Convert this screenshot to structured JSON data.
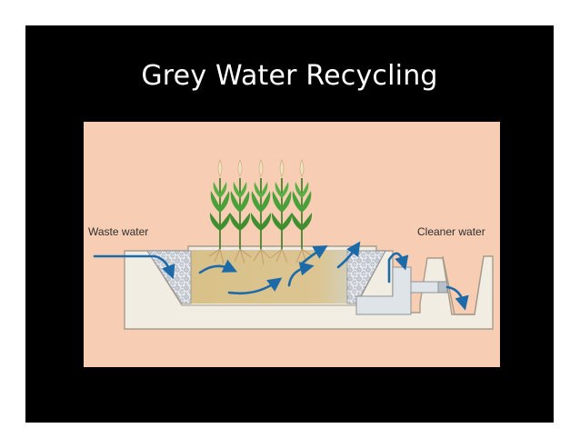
{
  "slide": {
    "title": "Grey Water Recycling",
    "background_color": "#000000",
    "text_color": "#ffffff"
  },
  "diagram": {
    "background_color": "#f7cdb4",
    "labels": {
      "inlet": "Waste water",
      "outlet": "Cleaner water"
    },
    "colors": {
      "basin": "#f2ede2",
      "basin_edge": "#a89c8a",
      "water": "#d8bf86",
      "gravel": "#d9dde3",
      "arrow": "#1d6aa8",
      "plant": "#4aa13a"
    },
    "plant_count": 5,
    "icons": [
      "flow-arrow-icon",
      "reed-plant-icon",
      "gravel-filter-icon"
    ]
  }
}
